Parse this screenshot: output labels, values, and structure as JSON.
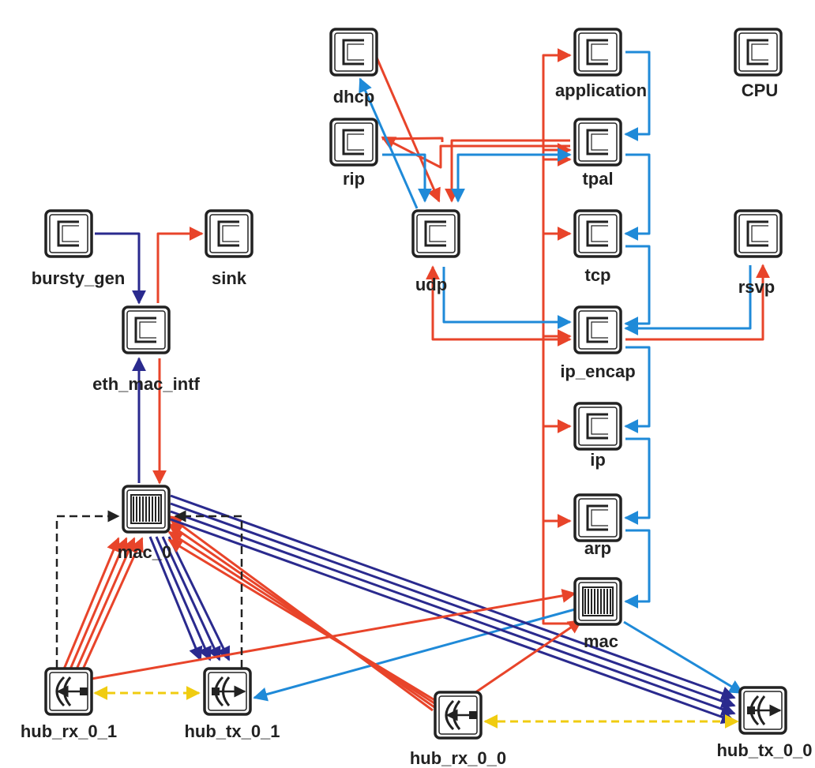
{
  "nodes": [
    {
      "id": "dhcp",
      "label": "dhcp",
      "kind": "processor"
    },
    {
      "id": "application",
      "label": "application",
      "kind": "processor"
    },
    {
      "id": "cpu",
      "label": "CPU",
      "kind": "processor"
    },
    {
      "id": "rip",
      "label": "rip",
      "kind": "processor"
    },
    {
      "id": "tpal",
      "label": "tpal",
      "kind": "processor"
    },
    {
      "id": "udp",
      "label": "udp",
      "kind": "processor"
    },
    {
      "id": "tcp",
      "label": "tcp",
      "kind": "processor"
    },
    {
      "id": "rsvp",
      "label": "rsvp",
      "kind": "processor"
    },
    {
      "id": "bursty_gen",
      "label": "bursty_gen",
      "kind": "processor"
    },
    {
      "id": "sink",
      "label": "sink",
      "kind": "processor"
    },
    {
      "id": "eth_mac_intf",
      "label": "eth_mac_intf",
      "kind": "processor"
    },
    {
      "id": "ip_encap",
      "label": "ip_encap",
      "kind": "processor"
    },
    {
      "id": "ip",
      "label": "ip",
      "kind": "processor"
    },
    {
      "id": "arp",
      "label": "arp",
      "kind": "processor"
    },
    {
      "id": "mac_0",
      "label": "mac_0",
      "kind": "queue"
    },
    {
      "id": "mac",
      "label": "mac",
      "kind": "queue"
    },
    {
      "id": "hub_rx_0_1",
      "label": "hub_rx_0_1",
      "kind": "receiver"
    },
    {
      "id": "hub_tx_0_1",
      "label": "hub_tx_0_1",
      "kind": "transmitter"
    },
    {
      "id": "hub_rx_0_0",
      "label": "hub_rx_0_0",
      "kind": "receiver"
    },
    {
      "id": "hub_tx_0_0",
      "label": "hub_tx_0_0",
      "kind": "transmitter"
    }
  ],
  "colors": {
    "red": "#e8442a",
    "blue": "#1f8ad8",
    "navy": "#2a2a8e",
    "yellow": "#f0cc10",
    "black": "#222222",
    "node_stroke": "#222222",
    "node_fill": "#ffffff"
  }
}
